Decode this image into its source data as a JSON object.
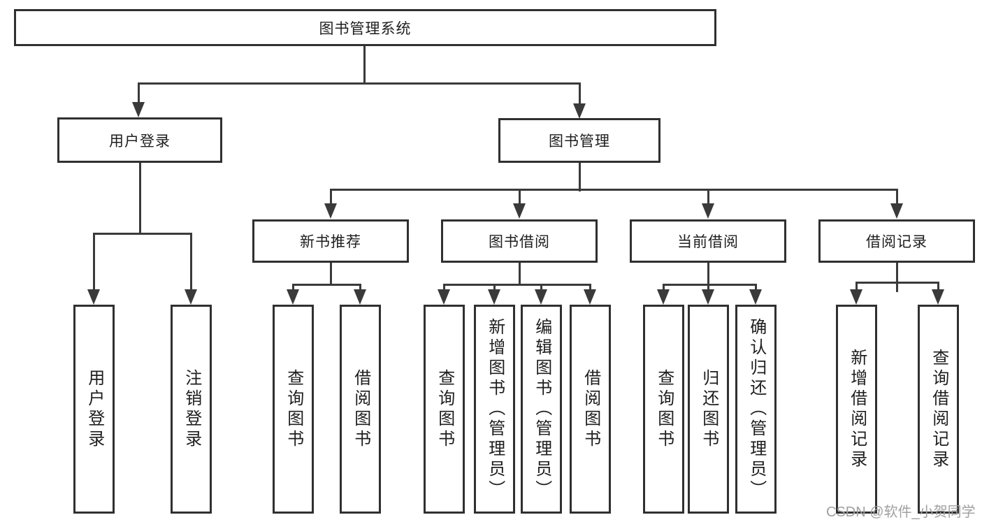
{
  "diagram": {
    "title_node": {
      "label": "图书管理系统"
    },
    "level2": [
      {
        "id": "user-login",
        "label": "用户登录"
      },
      {
        "id": "book-management",
        "label": "图书管理"
      }
    ],
    "level3": [
      {
        "id": "new-book-recommend",
        "label": "新书推荐"
      },
      {
        "id": "book-borrow",
        "label": "图书借阅"
      },
      {
        "id": "current-borrow",
        "label": "当前借阅"
      },
      {
        "id": "borrow-records",
        "label": "借阅记录"
      }
    ],
    "leaves": [
      {
        "id": "user-login-leaf",
        "label": "用户登录"
      },
      {
        "id": "logout",
        "label": "注销登录"
      },
      {
        "id": "query-books-1",
        "label": "查询图书"
      },
      {
        "id": "borrow-books-1",
        "label": "借阅图书"
      },
      {
        "id": "query-books-2",
        "label": "查询图书"
      },
      {
        "id": "add-book-admin",
        "label": "新增图书（管理员）"
      },
      {
        "id": "edit-book-admin",
        "label": "编辑图书（管理员）"
      },
      {
        "id": "borrow-books-2",
        "label": "借阅图书"
      },
      {
        "id": "query-books-3",
        "label": "查询图书"
      },
      {
        "id": "return-books",
        "label": "归还图书"
      },
      {
        "id": "confirm-return-admin",
        "label": "确认归还（管理员）"
      },
      {
        "id": "add-borrow-record",
        "label": "新增借阅记录"
      },
      {
        "id": "query-borrow-record",
        "label": "查询借阅记录"
      }
    ],
    "colors": {
      "line": "#3a3a3a",
      "box_border": "#303030",
      "background": "#ffffff",
      "watermark_gray": "#a0a0a0"
    }
  },
  "watermark": {
    "text": "CSDN @软件_小贺同学"
  }
}
